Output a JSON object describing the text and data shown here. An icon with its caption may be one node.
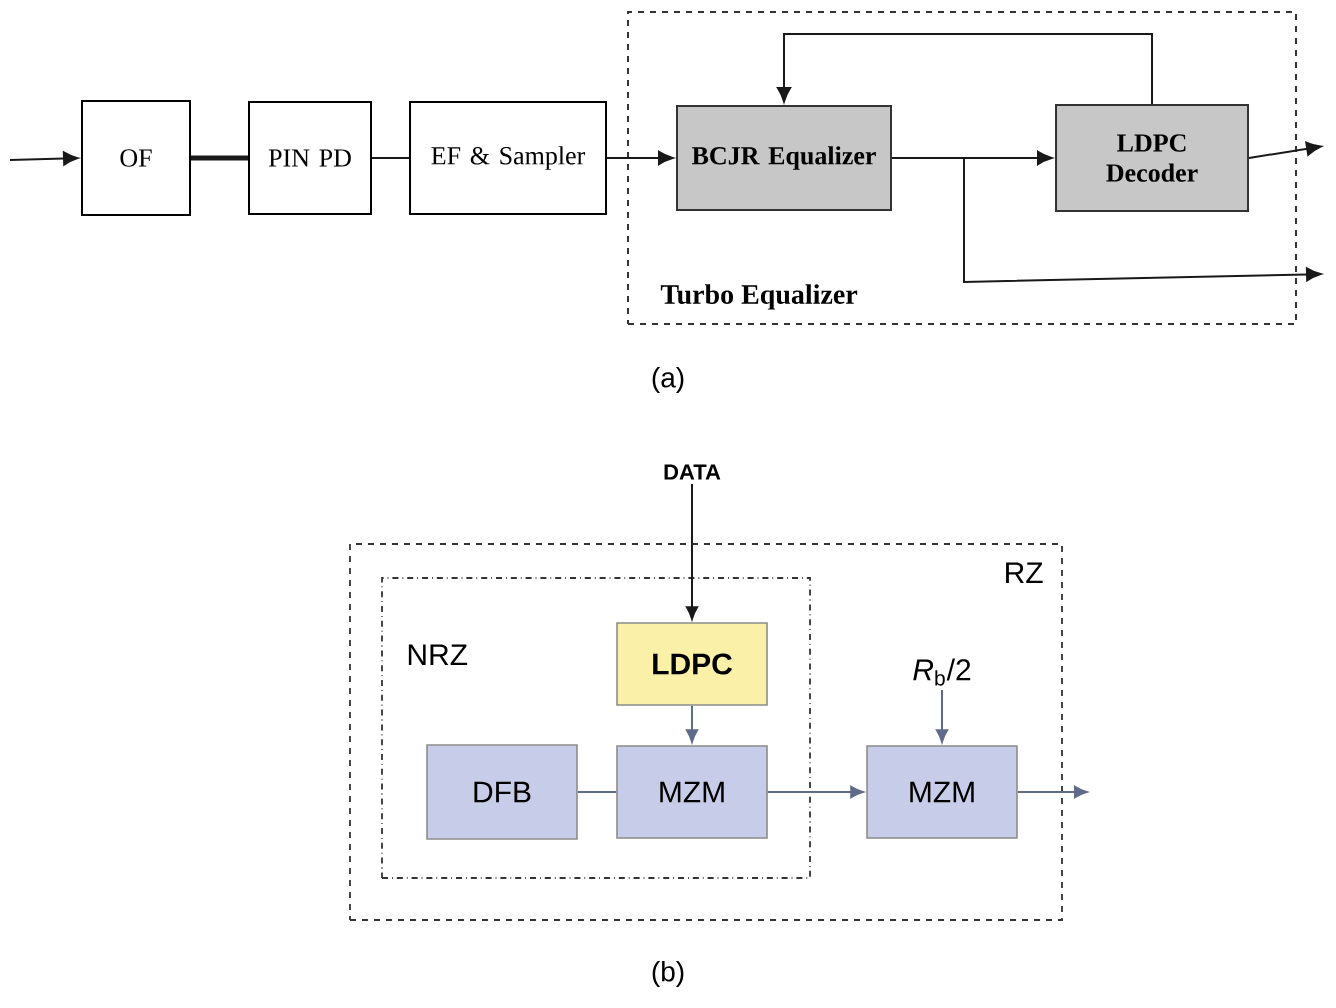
{
  "diagram": {
    "nodes": [
      {
        "text": [
          "OF"
        ]
      },
      {
        "text": [
          "PIN PD"
        ]
      },
      {
        "text": [
          "EF & Sampler"
        ]
      },
      {
        "text": [
          "Turbo Equalizer"
        ]
      },
      {
        "text": [
          "BCJR Equalizer"
        ],
        "in": 3
      },
      {
        "text": [
          "LDPC Decoder"
        ],
        "in": 3
      },
      {
        "text": [
          "RZ"
        ]
      },
      {
        "text": [
          "NRZ"
        ],
        "in": 6
      },
      {
        "text": [
          "DATA"
        ]
      },
      {
        "text": [
          "LDPC"
        ],
        "in": 7
      },
      {
        "text": [
          "DFB"
        ],
        "in": 7
      },
      {
        "text": [
          "MZM"
        ],
        "in": 7
      },
      {
        "text": [
          "MZM"
        ],
        "in": 6
      },
      {
        "text": [
          "*R*$_{b}$/2"
        ],
        "in": 6
      }
    ],
    "edges": [
      {
        "from": null,
        "to": 0,
        "arrow": "to"
      },
      {
        "from": 0,
        "to": 1,
        "arrow": "none",
        "style": "thick"
      },
      {
        "from": 1,
        "to": 2,
        "arrow": "none"
      },
      {
        "from": 2,
        "to": 4,
        "arrow": "to"
      },
      {
        "from": 4,
        "to": 5,
        "arrow": "to"
      },
      {
        "from": 5,
        "to": 4,
        "arrow": "to"
      },
      {
        "from": 5,
        "to": null,
        "arrow": "to"
      },
      {
        "from": 4,
        "to": null,
        "arrow": "to"
      },
      {
        "from": 8,
        "to": 9,
        "arrow": "to"
      },
      {
        "from": 9,
        "to": 11,
        "arrow": "to",
        "color": "#5f6b8a"
      },
      {
        "from": 10,
        "to": 11,
        "arrow": "none",
        "color": "#5f6b8a"
      },
      {
        "from": 11,
        "to": 12,
        "arrow": "to",
        "color": "#5f6b8a"
      },
      {
        "from": 13,
        "to": 12,
        "arrow": "to",
        "color": "#5f6b8a"
      },
      {
        "from": 12,
        "to": null,
        "arrow": "to",
        "color": "#5f6b8a"
      }
    ],
    "labels": [
      "(a)",
      "(b)"
    ]
  }
}
